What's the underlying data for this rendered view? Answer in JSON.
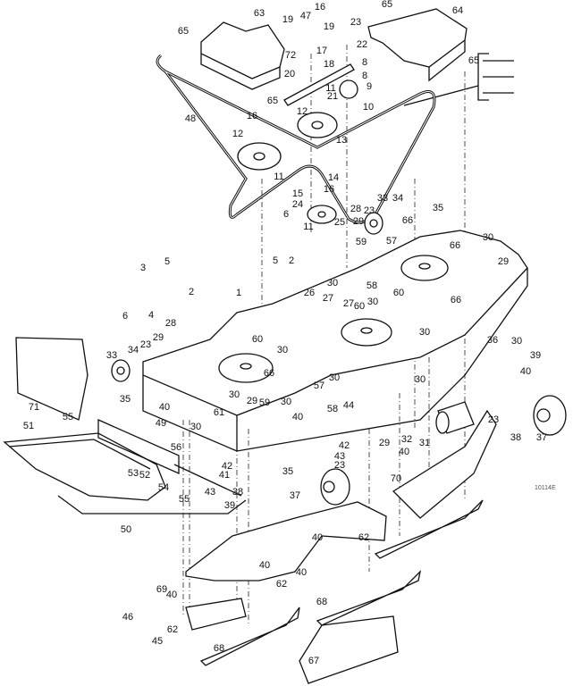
{
  "diagram_code": "10114E",
  "callouts": [
    "65",
    "63",
    "19",
    "47",
    "16",
    "19",
    "23",
    "65",
    "64",
    "22",
    "17",
    "72",
    "18",
    "8",
    "65",
    "20",
    "8",
    "9",
    "11",
    "21",
    "65",
    "10",
    "48",
    "16",
    "12",
    "12",
    "13",
    "11",
    "14",
    "15",
    "16",
    "24",
    "6",
    "25",
    "11",
    "28",
    "23",
    "29",
    "33",
    "34",
    "35",
    "66",
    "30",
    "59",
    "57",
    "5",
    "2",
    "30",
    "58",
    "60",
    "66",
    "66",
    "29",
    "3",
    "5",
    "2",
    "6",
    "4",
    "1",
    "26",
    "27",
    "27",
    "60",
    "30",
    "28",
    "29",
    "23",
    "34",
    "33",
    "60",
    "30",
    "30",
    "66",
    "57",
    "30",
    "30",
    "35",
    "40",
    "29",
    "59",
    "30",
    "61",
    "58",
    "40",
    "44",
    "30",
    "49",
    "36",
    "30",
    "39",
    "40",
    "30",
    "23",
    "38",
    "37",
    "31",
    "32",
    "29",
    "71",
    "55",
    "51",
    "42",
    "43",
    "23",
    "35",
    "56",
    "53",
    "52",
    "54",
    "42",
    "41",
    "43",
    "55",
    "38",
    "39",
    "37",
    "40",
    "70",
    "50",
    "40",
    "62",
    "40",
    "40",
    "69",
    "40",
    "62",
    "68",
    "46",
    "45",
    "62",
    "68",
    "67"
  ]
}
